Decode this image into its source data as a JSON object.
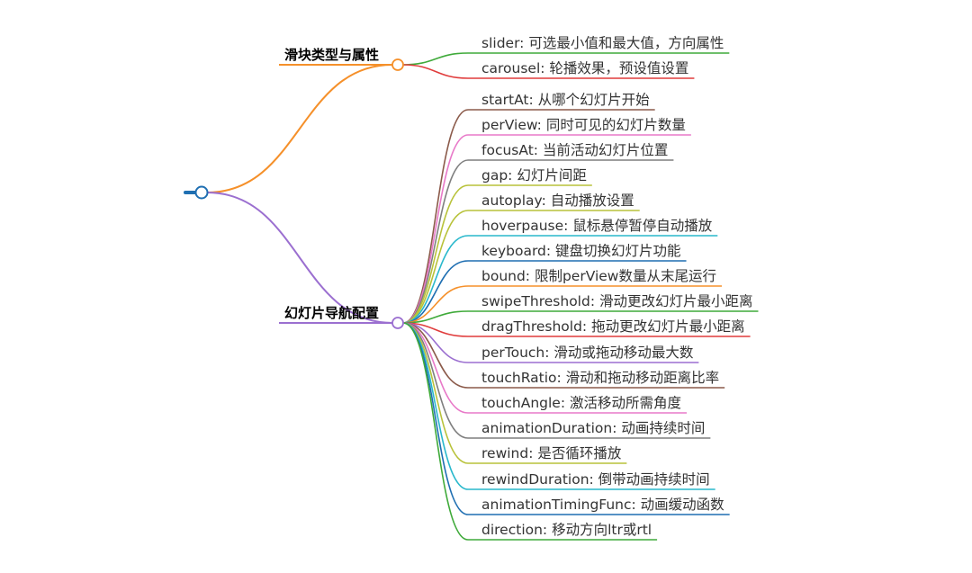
{
  "mindmap": {
    "root": {
      "label": "",
      "color": "#1f6fb2"
    },
    "branches": [
      {
        "label": "滑块类型与属性",
        "color": "#f5902a",
        "children": [
          {
            "label": "slider: 可选最小值和最大值，方向属性",
            "color": "#3faa3a"
          },
          {
            "label": "carousel: 轮播效果，预设值设置",
            "color": "#e03c3c"
          }
        ]
      },
      {
        "label": "幻灯片导航配置",
        "color": "#9b6fd0",
        "children": [
          {
            "label": "startAt: 从哪个幻灯片开始",
            "color": "#8b5a4a"
          },
          {
            "label": "perView: 同时可见的幻灯片数量",
            "color": "#e879c8"
          },
          {
            "label": "focusAt: 当前活动幻灯片位置",
            "color": "#7f7f7f"
          },
          {
            "label": "gap: 幻灯片间距",
            "color": "#b8c23a"
          },
          {
            "label": "autoplay: 自动播放设置",
            "color": "#b8c23a"
          },
          {
            "label": "hoverpause: 鼠标悬停暂停自动播放",
            "color": "#29b8cc"
          },
          {
            "label": "keyboard: 键盘切换幻灯片功能",
            "color": "#1f6fb2"
          },
          {
            "label": "bound: 限制perView数量从末尾运行",
            "color": "#f5902a"
          },
          {
            "label": "swipeThreshold: 滑动更改幻灯片最小距离",
            "color": "#3faa3a"
          },
          {
            "label": "dragThreshold: 拖动更改幻灯片最小距离",
            "color": "#e03c3c"
          },
          {
            "label": "perTouch: 滑动或拖动移动最大数",
            "color": "#9b6fd0"
          },
          {
            "label": "touchRatio: 滑动和拖动移动距离比率",
            "color": "#8b5a4a"
          },
          {
            "label": "touchAngle: 激活移动所需角度",
            "color": "#e879c8"
          },
          {
            "label": "animationDuration: 动画持续时间",
            "color": "#7f7f7f"
          },
          {
            "label": "rewind: 是否循环播放",
            "color": "#b8c23a"
          },
          {
            "label": "rewindDuration: 倒带动画持续时间",
            "color": "#29b8cc"
          },
          {
            "label": "animationTimingFunc: 动画缓动函数",
            "color": "#1f6fb2"
          },
          {
            "label": "direction: 移动方向ltr或rtl",
            "color": "#3faa3a"
          }
        ]
      }
    ]
  }
}
